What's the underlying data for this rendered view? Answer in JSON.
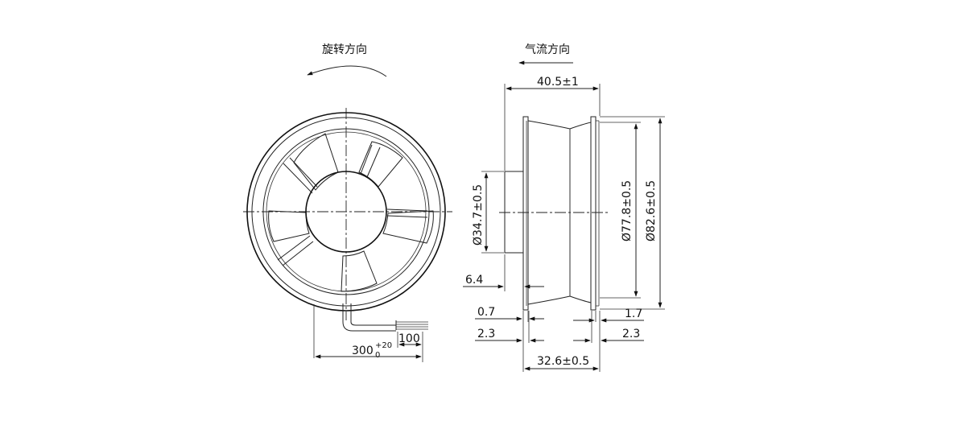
{
  "front_view": {
    "rotation_label": "旋转方向",
    "cable_length_main": "300",
    "cable_tol_upper": "+20",
    "cable_tol_lower": "0",
    "cable_strip_length": "100"
  },
  "side_view": {
    "airflow_label": "气流方向",
    "dim_total_length": "40.5±1",
    "dim_hub_diameter": "Ø34.7±0.5",
    "dim_inner_diameter": "Ø77.8±0.5",
    "dim_outer_diameter": "Ø82.6±0.5",
    "dim_hub_offset": "6.4",
    "dim_flange_thickness": "0.7",
    "dim_flange_offset_left": "2.3",
    "dim_rear_offset": "1.7",
    "dim_flange_offset_right": "2.3",
    "dim_body_length": "32.6±0.5"
  }
}
